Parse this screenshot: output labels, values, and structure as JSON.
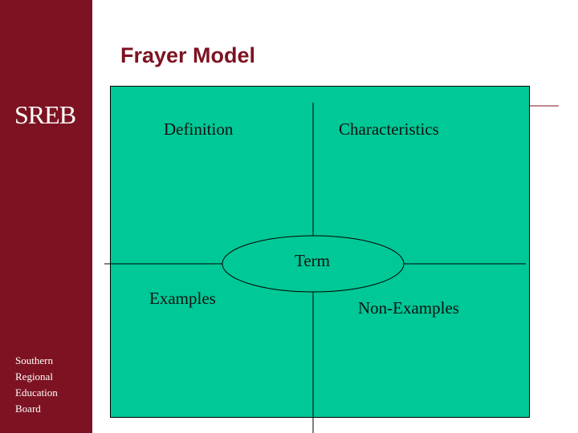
{
  "sidebar": {
    "logo": "SREB",
    "org_lines": [
      "Southern",
      "Regional",
      "Education",
      "Board"
    ]
  },
  "title": "Frayer Model",
  "frayer": {
    "definition": "Definition",
    "characteristics": "Characteristics",
    "term": "Term",
    "examples": "Examples",
    "non_examples": "Non-Examples"
  },
  "colors": {
    "sidebar": "#7d1322",
    "title": "#7d1322",
    "board": "#00c896"
  }
}
